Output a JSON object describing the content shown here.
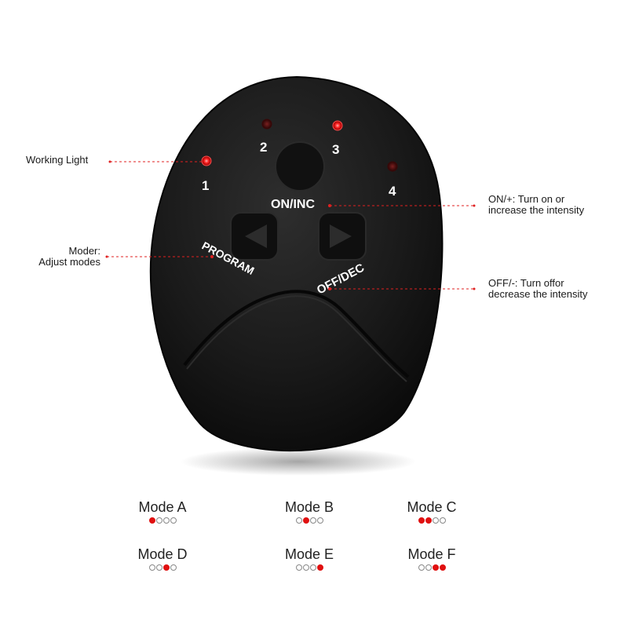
{
  "device": {
    "indicator_numbers": [
      "1",
      "2",
      "3",
      "4"
    ],
    "indicator_states": [
      true,
      false,
      true,
      false
    ],
    "button_on_inc": "ON/INC",
    "button_program": "PROGRAM",
    "button_off_dec": "OFF/DEC"
  },
  "callouts": {
    "working_light": "Working Light",
    "moder_line1": "Moder:",
    "moder_line2": "Adjust modes",
    "on_line1": "ON/+: Turn on or",
    "on_line2": "increase the intensity",
    "off_line1": "OFF/-: Turn offor",
    "off_line2": "decrease the intensity"
  },
  "modes": [
    {
      "name": "Mode A",
      "dots": [
        1,
        0,
        0,
        0
      ]
    },
    {
      "name": "Mode B",
      "dots": [
        0,
        1,
        0,
        0
      ]
    },
    {
      "name": "Mode C",
      "dots": [
        1,
        1,
        0,
        0
      ]
    },
    {
      "name": "Mode D",
      "dots": [
        0,
        0,
        1,
        0
      ]
    },
    {
      "name": "Mode E",
      "dots": [
        0,
        0,
        0,
        1
      ]
    },
    {
      "name": "Mode F",
      "dots": [
        0,
        0,
        1,
        1
      ]
    }
  ],
  "colors": {
    "device_body": "#141414",
    "led_on": "#ff1a1a",
    "led_off": "#5a0e0e",
    "callout_line": "#e02020",
    "dot_on": "#e01010"
  }
}
